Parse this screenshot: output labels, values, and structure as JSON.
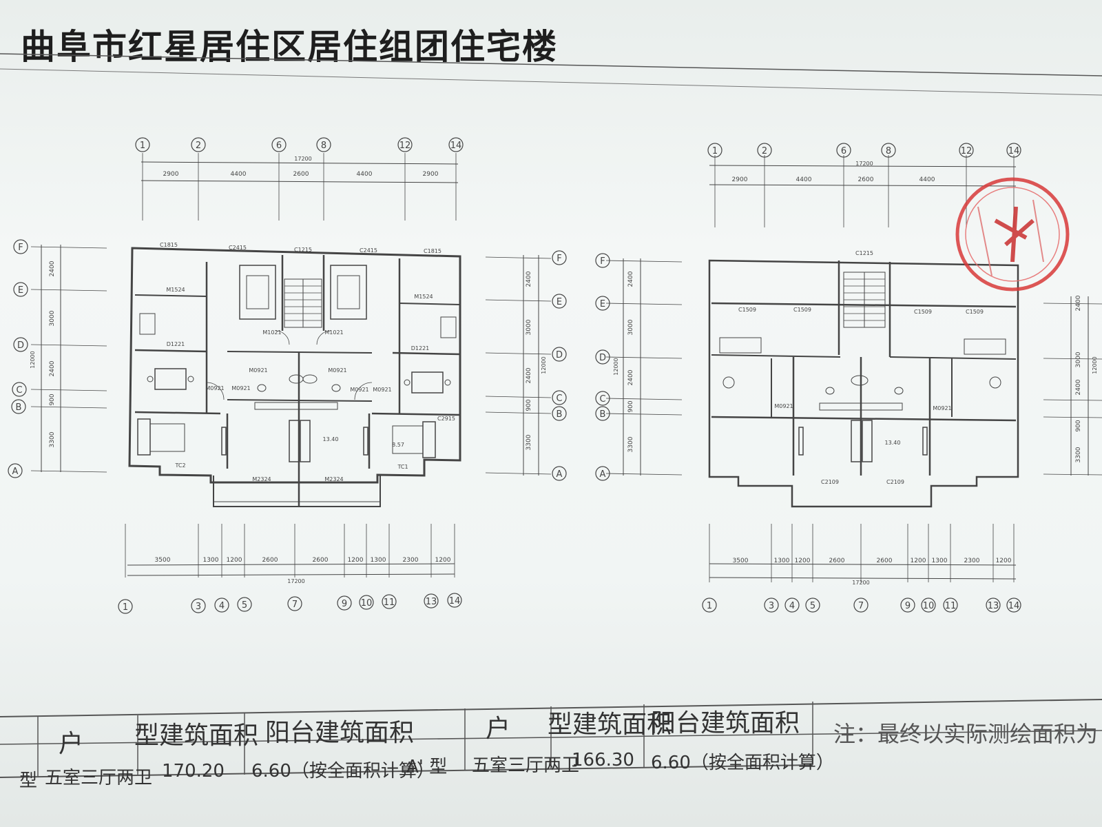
{
  "document": {
    "title": "曲阜市红星居住区居住组团住宅楼"
  },
  "left_plan": {
    "top_axes": [
      "1",
      "2",
      "6",
      "8",
      "12",
      "14"
    ],
    "top_total": "17200",
    "top_dims": [
      "2900",
      "4400",
      "2600",
      "4400",
      "2900"
    ],
    "bottom_axes": [
      "1",
      "3",
      "4",
      "5",
      "7",
      "9",
      "10",
      "11",
      "13",
      "14"
    ],
    "bottom_dims": [
      "3500",
      "1300",
      "1200",
      "2600",
      "2600",
      "1200",
      "1300",
      "2300",
      "1200"
    ],
    "bottom_total": "17200",
    "row_axes": [
      "F",
      "E",
      "D",
      "C",
      "B",
      "A"
    ],
    "left_dims": [
      "2400",
      "3000",
      "2400",
      "900",
      "3300"
    ],
    "left_total": "12000",
    "right_row_axes": [
      "F",
      "E",
      "D",
      "C",
      "B",
      "A"
    ],
    "room_labels": {
      "c1815_l": "C1815",
      "c2415_l": "C2415",
      "c1215": "C1215",
      "c2415_r": "C2415",
      "c1815_r": "C1815",
      "m1524_l": "M1524",
      "m1524_r": "M1524",
      "d1221_l": "D1221",
      "d1221_r": "D1221",
      "m0921_a": "M0921",
      "m0921_b": "M0921",
      "m0921_c": "M0921",
      "m0921_d": "M0921",
      "m0921_e": "M0921",
      "m0921_f": "M0921",
      "m1021_l": "M1021",
      "m1021_r": "M1021",
      "m2324_l": "M2324",
      "m2324_r": "M2324",
      "tc2": "TC2",
      "tc1": "TC1",
      "c2915": "C2915",
      "area_1340": "13.40",
      "area_857": "8.57"
    }
  },
  "right_plan": {
    "top_axes": [
      "1",
      "2",
      "6",
      "8",
      "12",
      "14"
    ],
    "top_total": "17200",
    "top_dims": [
      "2900",
      "4400",
      "2600",
      "4400"
    ],
    "bottom_axes": [
      "1",
      "3",
      "4",
      "5",
      "7",
      "9",
      "10",
      "11",
      "13",
      "14"
    ],
    "bottom_dims": [
      "3500",
      "1300",
      "1200",
      "2600",
      "2600",
      "1200",
      "1300",
      "2300",
      "1200"
    ],
    "bottom_total": "17200",
    "row_axes": [
      "F",
      "E",
      "D",
      "C",
      "B",
      "A"
    ],
    "left_dims": [
      "2400",
      "3000",
      "2400",
      "900",
      "3300"
    ],
    "left_total": "12000",
    "room_labels": {
      "c1215": "C1215",
      "c1509_a": "C1509",
      "c1509_b": "C1509",
      "c1509_c": "C1509",
      "c1509_d": "C1509",
      "m0921_a": "M0921",
      "m0921_b": "M0921",
      "c2109_l": "C2109",
      "c2109_r": "C2109",
      "area_1340": "13.40"
    }
  },
  "table": {
    "header_1": "户",
    "header_2": "型建筑面积",
    "header_3": "阳台建筑面积",
    "header_4": "户",
    "header_5": "型建筑面积",
    "header_6": "阳台建筑面积",
    "note": "注：最终以实际测绘面积为",
    "row_a_type": "型",
    "row_a_desc": "五室三厅两卫",
    "row_a_area": "170.20",
    "row_a_balcony": "6.60（按全面积计算）",
    "row_b_type": "A'  型",
    "row_b_desc": "五室三厅两卫",
    "row_b_area": "166.30",
    "row_b_balcony": "6.60（按全面积计算）"
  },
  "colors": {
    "paper": "#f1f5f4",
    "ink": "#333333",
    "stamp": "#d83a3a"
  },
  "icons": [
    "official-seal-icon"
  ]
}
